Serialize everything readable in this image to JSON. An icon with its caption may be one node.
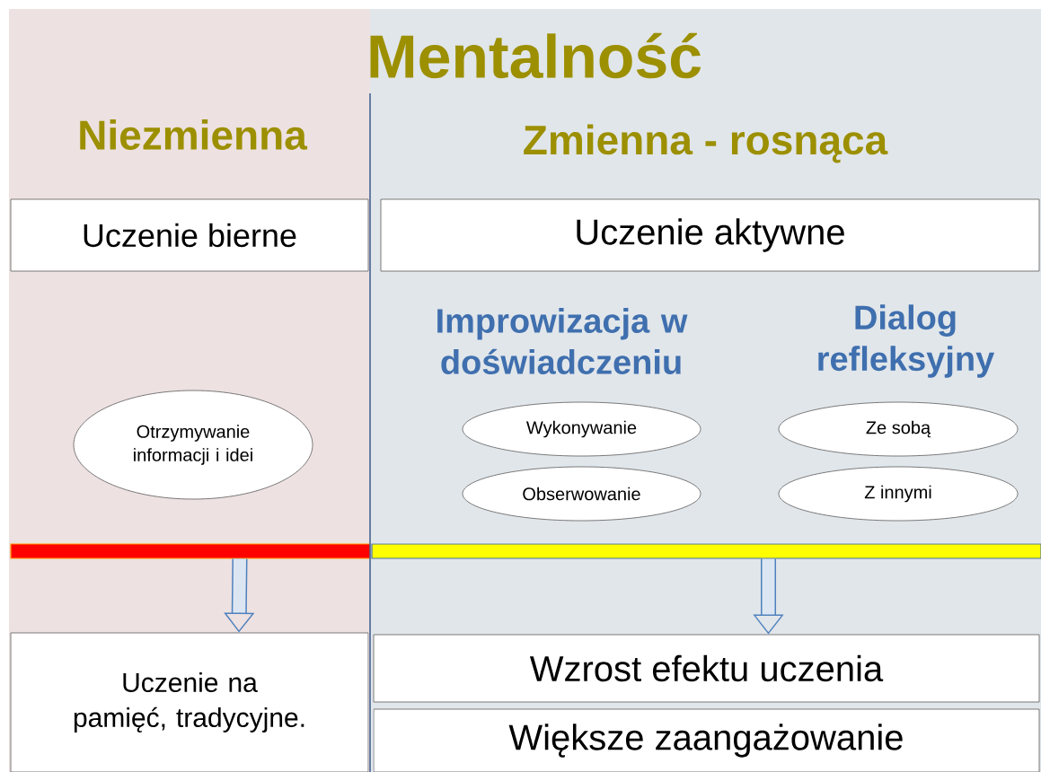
{
  "diagram": {
    "title": "Mentalność",
    "nodes": [
      {
        "text": [
          "Niezmienna"
        ]
      },
      {
        "text": [
          "Uczenie bierne"
        ],
        "in": 0
      },
      {
        "text": [
          "Otrzymywanie informacji i idei"
        ],
        "in": 0
      },
      {
        "text": [],
        "shape": "bar",
        "in": 0
      },
      {
        "text": [
          "Uczenie na pamięć, tradycyjne."
        ],
        "in": 0
      },
      {
        "text": [
          "Zmienna - rosnąca"
        ]
      },
      {
        "text": [
          "Uczenie aktywne"
        ],
        "in": 5
      },
      {
        "text": [
          "Wykonywanie"
        ],
        "in": 5
      },
      {
        "text": [
          "Obserwowanie"
        ],
        "in": 5
      },
      {
        "text": [
          "Ze sobą"
        ],
        "in": 5
      },
      {
        "text": [
          "Z innymi"
        ],
        "in": 5
      },
      {
        "text": [],
        "shape": "bar",
        "in": 5
      },
      {
        "text": [
          "Wzrost efektu uczenia"
        ],
        "in": 5
      },
      {
        "text": [
          "Większe zaangażowanie"
        ],
        "in": 5
      }
    ],
    "edges": [
      {
        "from": 3,
        "to": 4,
        "arrow": "to"
      },
      {
        "from": 11,
        "to": 12,
        "arrow": "to"
      }
    ],
    "labels": [
      "Improwizacja w doświadczeniu",
      "Dialog refleksyjny"
    ]
  }
}
